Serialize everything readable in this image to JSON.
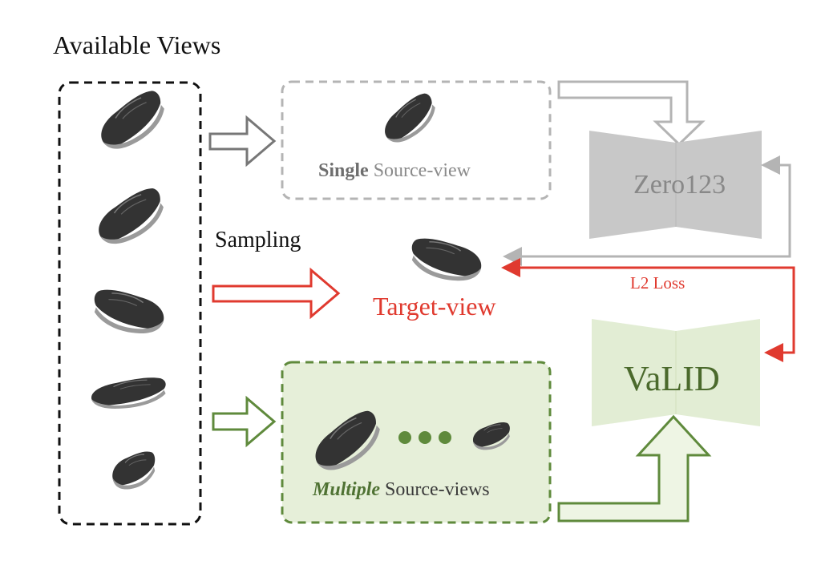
{
  "title": "Available Views",
  "single_source": {
    "emphasis": "Single",
    "rest": " Source-view"
  },
  "multi_source": {
    "emphasis": "Multiple",
    "rest": " Source-views"
  },
  "sampling_label": "Sampling",
  "target_label": "Target-view",
  "loss_label": "L2 Loss",
  "zero_model": "Zero123",
  "valid_model": "VaLID",
  "colors": {
    "gray_flow": "#b4b4b4",
    "red_flow": "#e03a2f",
    "green_flow": "#5f8a3c",
    "green_fill": "#e6efd9",
    "zero_fill": "#c8c8c8",
    "valid_fill": "#e2edd4"
  },
  "icons": [
    "shoe-icon",
    "ellipsis-icon",
    "block-arrow-icon"
  ]
}
